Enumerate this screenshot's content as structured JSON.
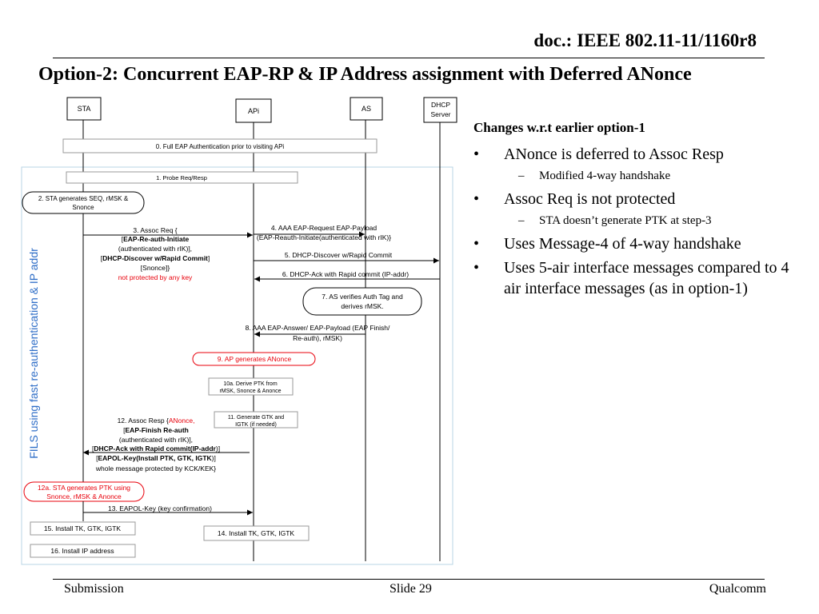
{
  "header": {
    "doc_id": "doc.: IEEE 802.11-11/1160r8",
    "title": "Option-2: Concurrent EAP-RP & IP Address assignment with Deferred ANonce"
  },
  "diagram": {
    "entities": {
      "sta": "STA",
      "ap": "APi",
      "as": "AS",
      "dhcp": [
        "DHCP",
        "Server"
      ]
    },
    "side_label": "FILS using fast re-authentication & IP addr",
    "step0": "0. Full EAP Authentication prior to visiting APi",
    "step1": "1. Probe Req/Resp",
    "step2": [
      "2. STA generates SEQ, rMSK &",
      "Snonce"
    ],
    "step3": {
      "line1": "3. Assoc Req {",
      "line2_pre": "[",
      "line2_bold": "EAP-Re-auth-Initiate",
      "line3": "(authenticated with rIK)],",
      "line4_pre": "[",
      "line4_bold": "DHCP-Discover w/Rapid Commit",
      "line4_post": "]",
      "line5": "[Snonce]}",
      "line6": "not protected by any key"
    },
    "step4": [
      "4. AAA EAP-Request EAP-Payload",
      "(EAP-Reauth-Initiate(authenticated with rIK)}"
    ],
    "step5": "5. DHCP-Discover w/Rapid Commit",
    "step6": "6. DHCP-Ack with Rapid commit (IP-addr)",
    "step7": [
      "7. AS verifies Auth Tag and",
      "derives rMSK."
    ],
    "step8": [
      "8. AAA EAP-Answer/ EAP-Payload (EAP Finish/",
      "Re-auth), rMSK)"
    ],
    "step9": "9. AP generates ANonce",
    "step10a": [
      "10a. Derive PTK from",
      "rMSK, Snonce & Anonce"
    ],
    "step11": [
      "11. Generate GTK and",
      "IGTK (if needed)"
    ],
    "step12": {
      "line1_pre": "12. Assoc Resp {",
      "line1_red": "ANonce,",
      "line2_pre": "[",
      "line2_bold": "EAP-Finish Re-auth",
      "line3": "(authenticated with rIK)],",
      "line4_pre": "[",
      "line4_bold": "DHCP-Ack with Rapid commit(IP-addr",
      "line4_post": ")]",
      "line5_pre": "[",
      "line5_bold": "EAPOL-Key(Install PTK, GTK, IGTK",
      "line5_post": ")]",
      "line6": "whole message protected by KCK/KEK}"
    },
    "step12a": [
      "12a. STA generates PTK using",
      "Snonce, rMSK & Anonce"
    ],
    "step13": "13. EAPOL-Key (key confirmation)",
    "step14": "14. Install TK, GTK, IGTK",
    "step15": "15. Install TK, GTK, IGTK",
    "step16": "16. Install IP address",
    "colors": {
      "accent_blue": "#2f6ec7",
      "highlight_red": "#e8000b",
      "box_border": "#9a9a9a",
      "region_border": "#b8d4e4"
    }
  },
  "notes": {
    "heading": "Changes w.r.t earlier option-1",
    "bullets": [
      {
        "text": "ANonce is deferred to Assoc Resp",
        "sub": [
          "Modified 4-way handshake"
        ]
      },
      {
        "text": "Assoc Req is not protected",
        "sub": [
          "STA doesn’t generate PTK at step-3"
        ]
      },
      {
        "text": "Uses Message-4 of 4-way handshake",
        "sub": []
      },
      {
        "text": "Uses 5-air interface messages compared to 4 air interface messages (as in option-1)",
        "sub": []
      }
    ]
  },
  "footer": {
    "left": "Submission",
    "center": "Slide 29",
    "right": "Qualcomm"
  }
}
